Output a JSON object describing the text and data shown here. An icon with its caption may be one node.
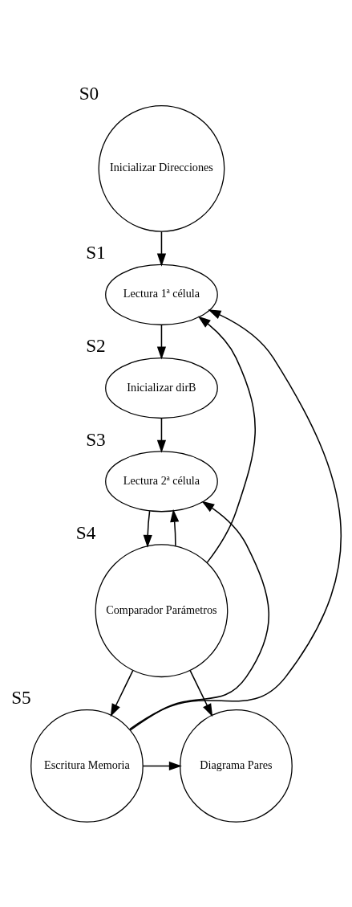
{
  "diagram": {
    "nodes": [
      {
        "text": [
          "Inicializar Direcciones"
        ],
        "beside": [
          "S0"
        ]
      },
      {
        "text": [
          "Lectura 1ª célula"
        ],
        "beside": [
          "S1"
        ]
      },
      {
        "text": [
          "Inicializar dirB"
        ],
        "beside": [
          "S2"
        ]
      },
      {
        "text": [
          "Lectura 2ª célula"
        ],
        "beside": [
          "S3"
        ]
      },
      {
        "text": [
          "Comparador Parámetros"
        ],
        "beside": [
          "S4"
        ]
      },
      {
        "text": [
          "Escritura Memoria"
        ],
        "beside": [
          "S5"
        ]
      },
      {
        "text": [
          "Diagrama Pares"
        ]
      }
    ],
    "edges": [
      {
        "from": 0,
        "to": 1,
        "arrow": "to"
      },
      {
        "from": 1,
        "to": 2,
        "arrow": "to"
      },
      {
        "from": 2,
        "to": 3,
        "arrow": "to"
      },
      {
        "from": 3,
        "to": 4,
        "arrow": "to"
      },
      {
        "from": 4,
        "to": 1,
        "arrow": "to"
      },
      {
        "from": 4,
        "to": 3,
        "arrow": "to"
      },
      {
        "from": 4,
        "to": 5,
        "arrow": "to"
      },
      {
        "from": 4,
        "to": 6,
        "arrow": "to"
      },
      {
        "from": 5,
        "to": 6,
        "arrow": "to"
      },
      {
        "from": 5,
        "to": 3,
        "arrow": "to"
      },
      {
        "from": 5,
        "to": 1,
        "arrow": "to"
      }
    ]
  }
}
